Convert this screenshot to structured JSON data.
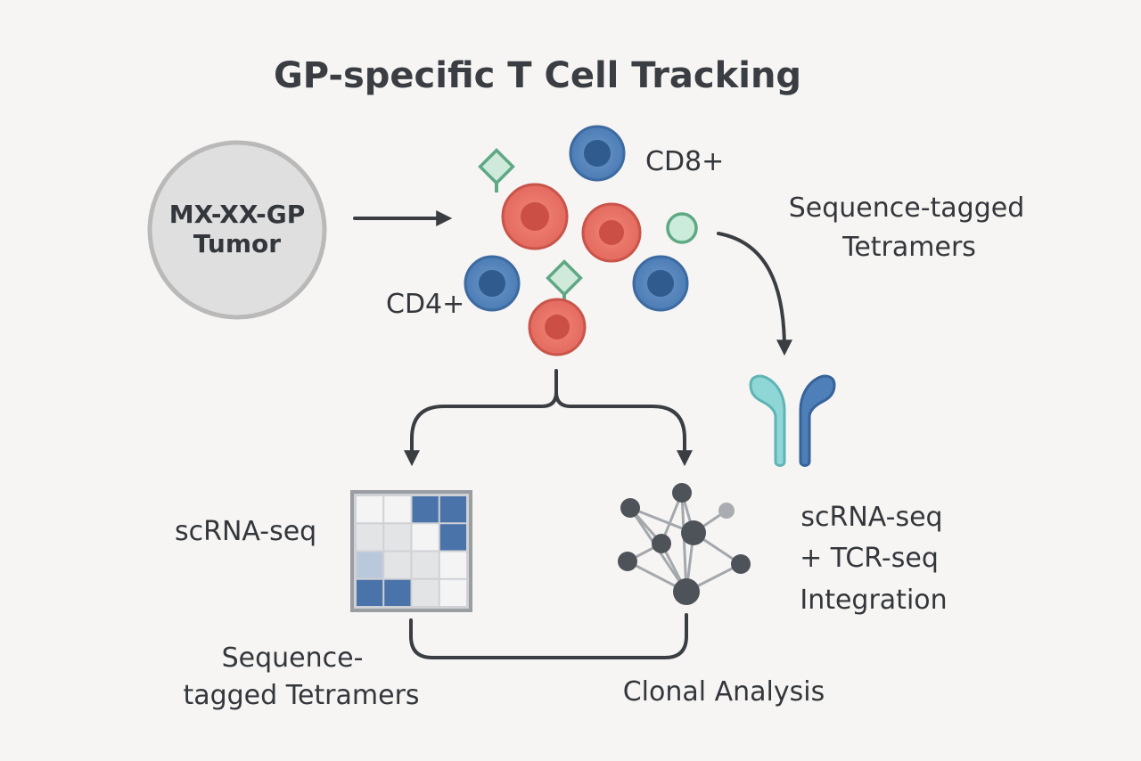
{
  "title": "GP-specific T Cell Tracking",
  "tumor": {
    "line1": "MX-XX-GP",
    "line2": "Tumor"
  },
  "labels": {
    "cd8": "CD8+",
    "cd4": "CD4+",
    "tetramers_top_line1": "Sequence-tagged",
    "tetramers_top_line2": "Tetramers",
    "scrna": "scRNA-seq",
    "integration_line1": "scRNA-seq",
    "integration_line2": "+ TCR-seq",
    "integration_line3": "Integration",
    "tetramers_bottom_line1": "Sequence-",
    "tetramers_bottom_line2": "tagged Tetramers",
    "clonal": "Clonal Analysis"
  },
  "colors": {
    "cd8_blue": "#4a7cb5",
    "cd4_red": "#e2685c",
    "tetramer_green": "#5ea883",
    "receptor_teal": "#7fcdcf",
    "receptor_blue": "#3f6ea6",
    "matrix_blue": "#4a73aa",
    "node_gray": "#4e5359"
  },
  "icons": [
    "tumor-circle-icon",
    "t-cell-icon",
    "tetramer-icon",
    "tcr-receptor-icon",
    "heatmap-matrix-icon",
    "network-graph-icon"
  ]
}
